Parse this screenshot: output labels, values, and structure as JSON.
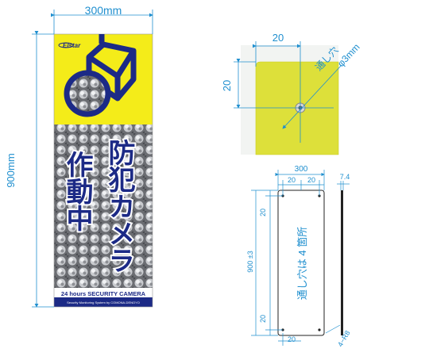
{
  "sign": {
    "brand": "Elstar",
    "main_text_col1": "作動中",
    "main_text_col2": "防犯カメラ",
    "bottom_text": "24 hours SECURITY CAMERA",
    "footer_text": "Security Monitoring System by COMONA-DENOYO",
    "colors": {
      "yellow": "#f4ec19",
      "navy": "#1c2a86",
      "dim_blue": "#1f8fcf"
    }
  },
  "dimensions": {
    "width": "300mm",
    "height": "900mm"
  },
  "hole_detail": {
    "dim_x": "20",
    "dim_y": "20",
    "hole_label": "通し穴",
    "hole_size": "φ3mm"
  },
  "drawing": {
    "top_width": "300",
    "top_left_20": "20",
    "top_right_20": "20",
    "thickness": "7.4",
    "left_top_20": "20",
    "height_tol": "900 ±3",
    "left_bottom_20": "20",
    "bottom_20": "20",
    "hole_note": "通し穴は 4 箇所",
    "corner_radius": "4−R8"
  }
}
